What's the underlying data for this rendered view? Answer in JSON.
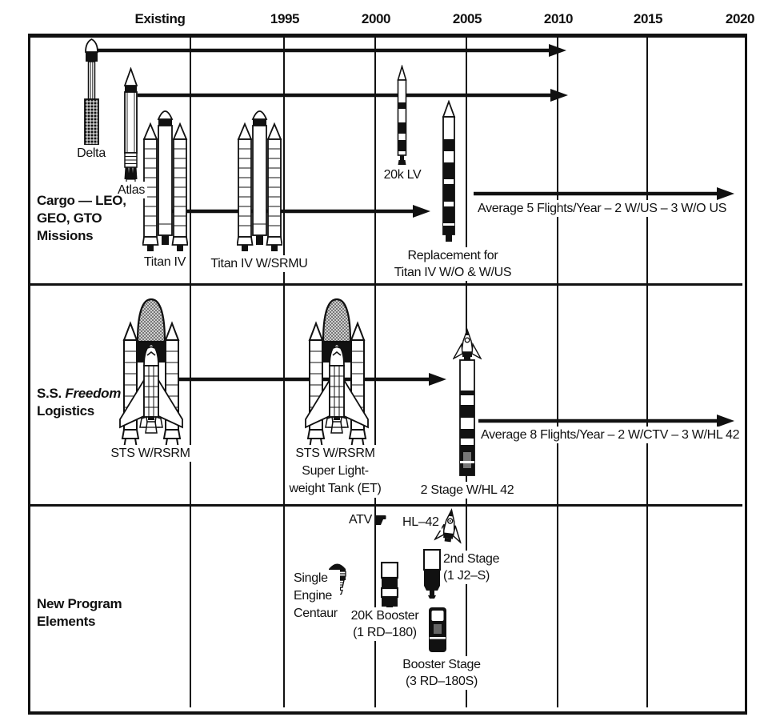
{
  "header": {
    "axis": [
      "Existing",
      "1995",
      "2000",
      "2005",
      "2010",
      "2015",
      "2020"
    ]
  },
  "row_cargo": {
    "title_l1": "Cargo — LEO,",
    "title_l2": "GEO, GTO",
    "title_l3": "Missions",
    "delta": "Delta",
    "atlas": "Atlas",
    "titan4": "Titan IV",
    "titan4_srmu": "Titan IV W/SRMU",
    "lv20k": "20k LV",
    "replacement_l1": "Replacement for",
    "replacement_l2": "Titan IV W/O & W/US",
    "avg_note": "Average 5 Flights/Year – 2 W/US – 3 W/O US"
  },
  "row_freedom": {
    "title_prefix": "S.S. ",
    "title_italic": "Freedom",
    "title_l2": "Logistics",
    "sts1": "STS W/RSRM",
    "sts2_l1": "STS W/RSRM",
    "sts2_l2": "Super Light-",
    "sts2_l3": "weight Tank (ET)",
    "two_stage": "2 Stage W/HL 42",
    "avg_note": "Average 8 Flights/Year – 2 W/CTV – 3 W/HL 42"
  },
  "row_new": {
    "title_l1": "New Program",
    "title_l2": "Elements",
    "atv": "ATV",
    "hl42": "HL–42",
    "centaur_l1": "Single",
    "centaur_l2": "Engine",
    "centaur_l3": "Centaur",
    "booster20k_l1": "20K Booster",
    "booster20k_l2": "(1 RD–180)",
    "stage2_l1": "2nd Stage",
    "stage2_l2": "(1 J2–S)",
    "booster_stage_l1": "Booster Stage",
    "booster_stage_l2": "(3 RD–180S)"
  },
  "colors": {
    "ink": "#111111",
    "paper": "#ffffff",
    "stipple": "#8a8a8a"
  }
}
